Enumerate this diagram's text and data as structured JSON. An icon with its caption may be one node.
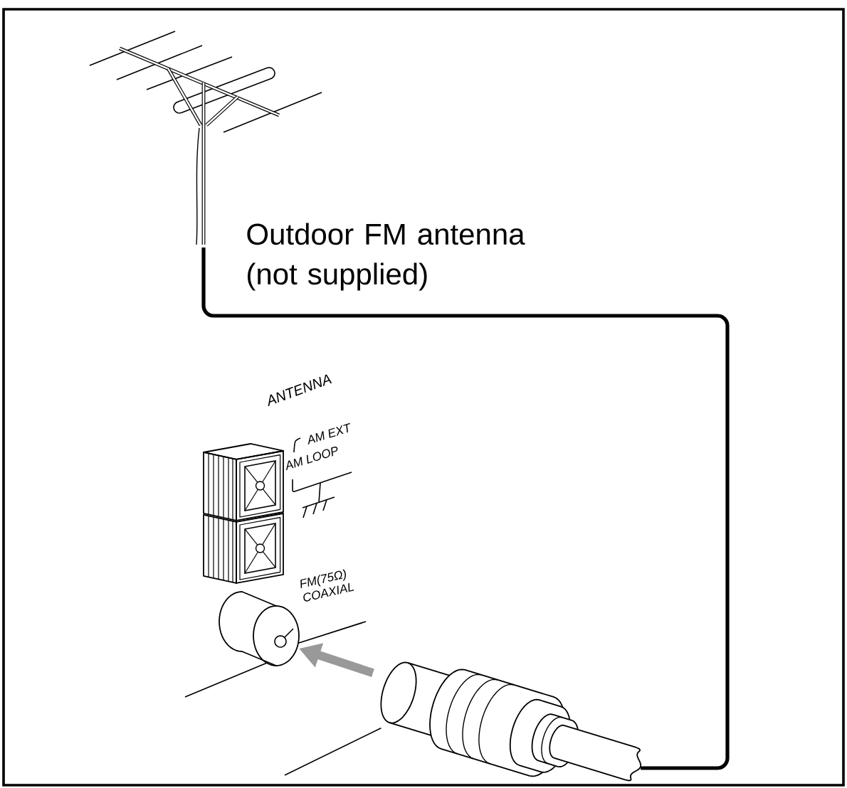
{
  "diagram": {
    "nodes": [
      {
        "text": [],
        "shape": "picture",
        "beside": [
          "Outdoor FM antenna (not supplied)"
        ]
      },
      {
        "text": [],
        "shape": "picture",
        "beside": [
          "FM(75Ω) COAXIAL"
        ]
      },
      {
        "text": [],
        "shape": "picture"
      }
    ],
    "edges": [
      {
        "from": 0,
        "to": 2,
        "arrow": "none"
      },
      {
        "from": 2,
        "to": 1,
        "arrow": "to",
        "style": "thick",
        "color": "#999999"
      },
      {
        "from": null,
        "to": 2,
        "arrow": "none"
      }
    ],
    "labels": [
      "ANTENNA",
      "AM EXT",
      "AM LOOP"
    ]
  }
}
